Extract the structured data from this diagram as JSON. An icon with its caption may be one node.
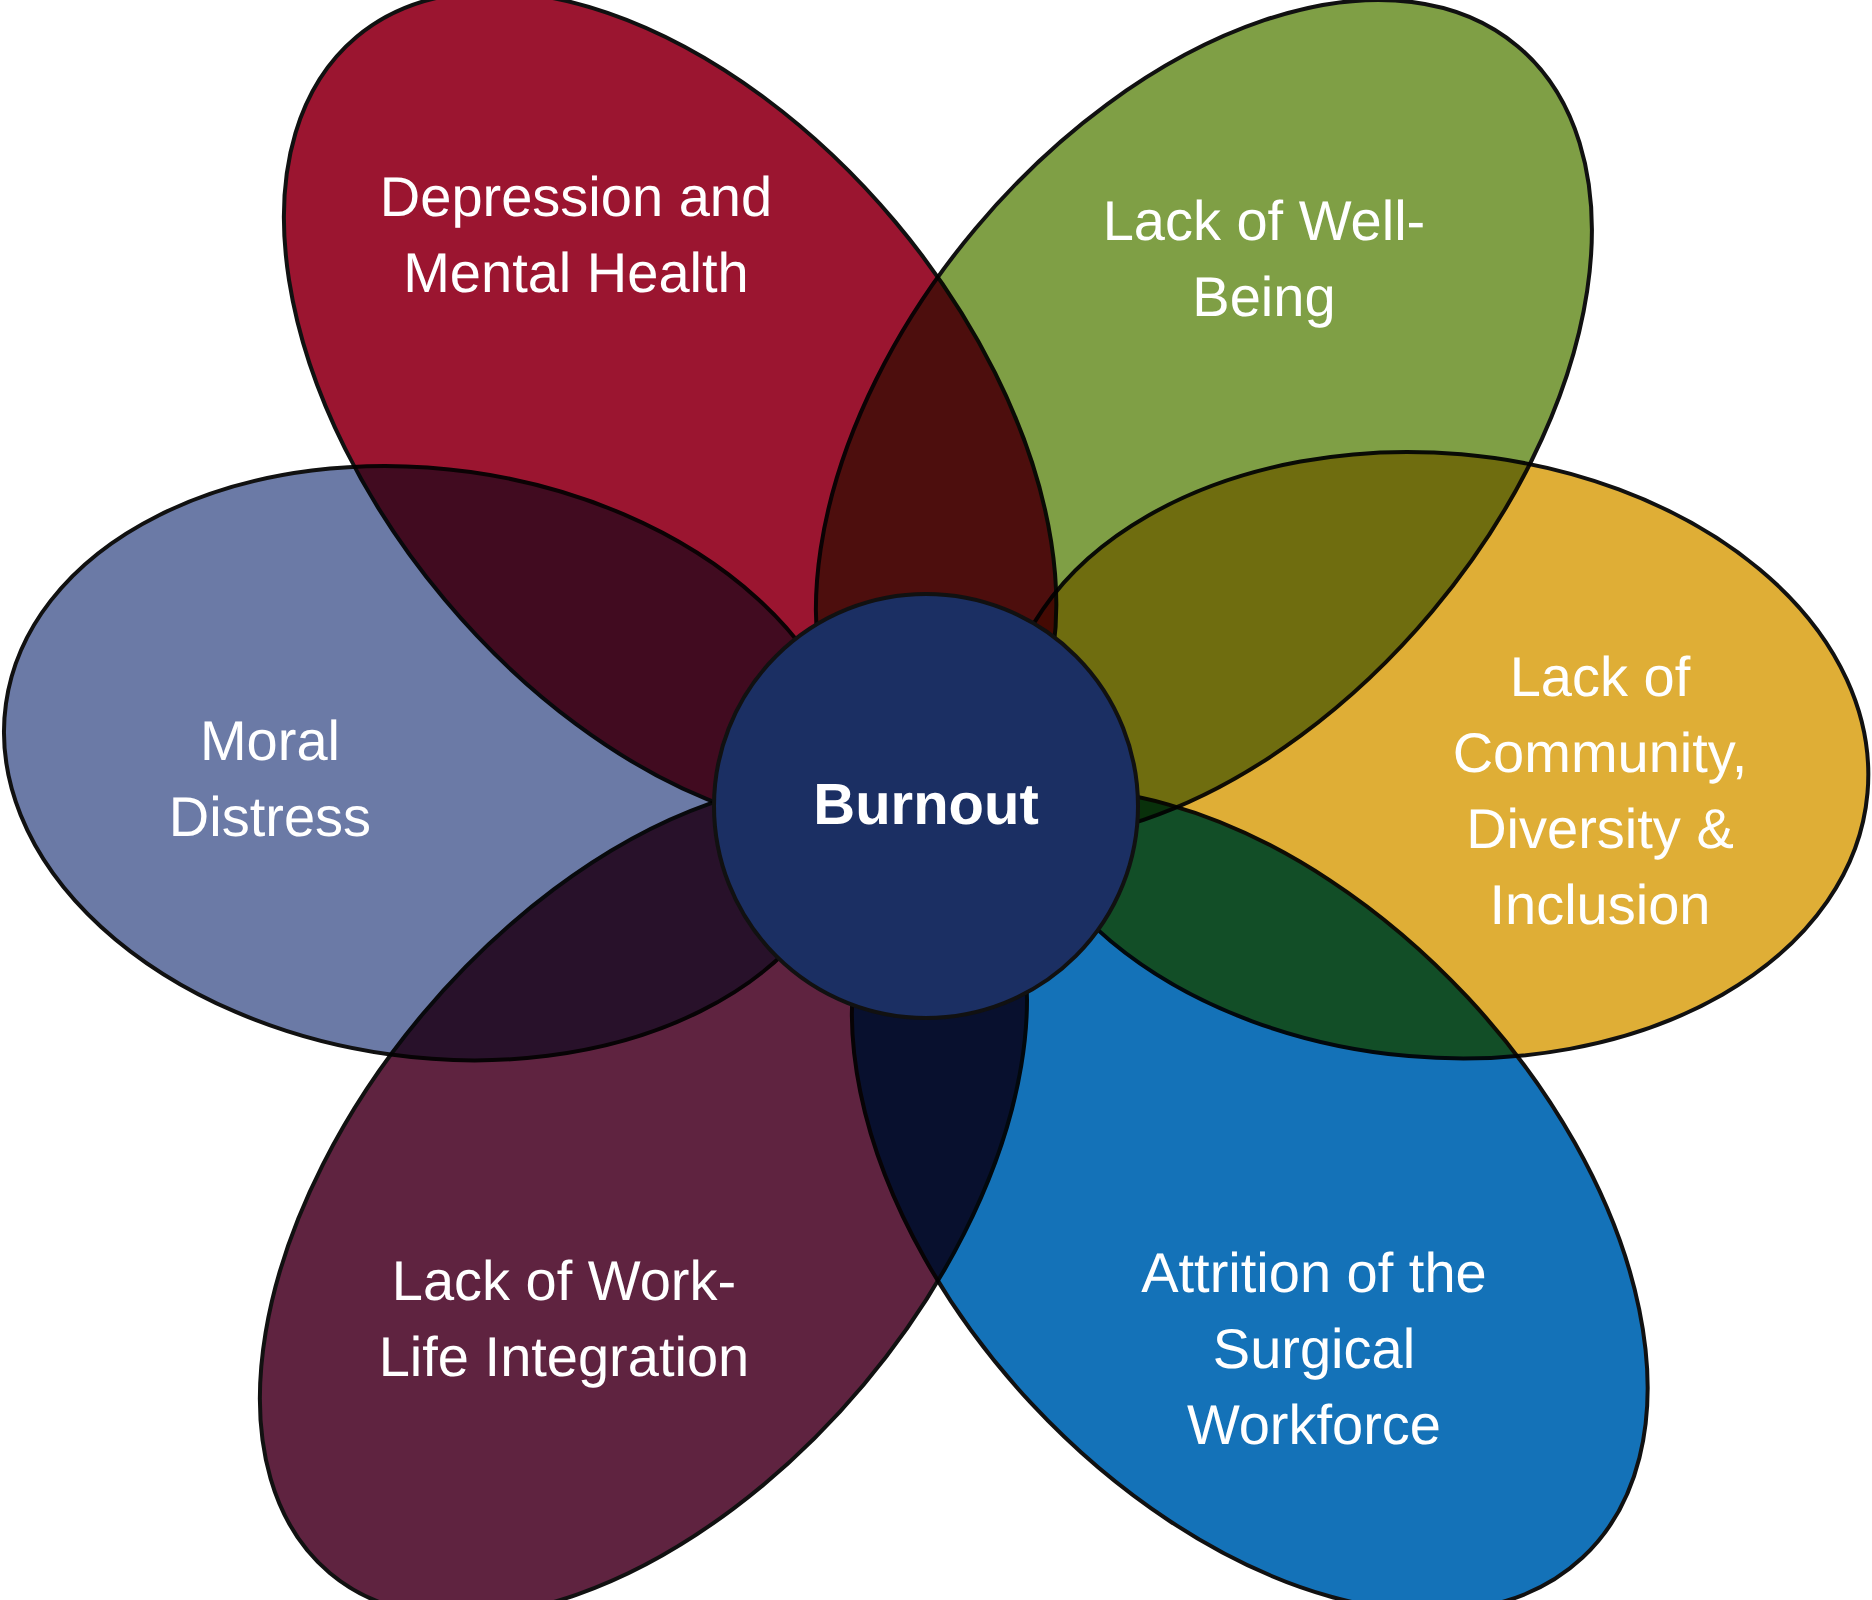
{
  "diagram": {
    "nodes": [
      {
        "text": [
          "Depression and Mental Health"
        ]
      },
      {
        "text": [
          "Lack of Well-Being"
        ]
      },
      {
        "text": [
          "Moral Distress"
        ]
      },
      {
        "text": [
          "Burnout"
        ]
      },
      {
        "text": [
          "Lack of Community, Diversity & Inclusion"
        ]
      },
      {
        "text": [
          "Lack of Work-Life Integration"
        ]
      },
      {
        "text": [
          "Attrition of the Surgical Workforce"
        ]
      }
    ]
  }
}
